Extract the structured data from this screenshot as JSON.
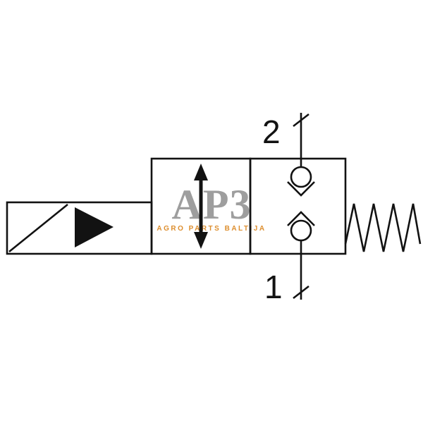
{
  "diagram": {
    "port_top_label": "2",
    "port_bottom_label": "1"
  },
  "watermark": {
    "logo_text": "AP3",
    "subtitle": "AGRO PARTS BALTIJA"
  },
  "colors": {
    "line": "#121212",
    "background": "#ffffff",
    "watermark_gray": "#9e9e9e",
    "watermark_orange": "#dd8e2e"
  }
}
